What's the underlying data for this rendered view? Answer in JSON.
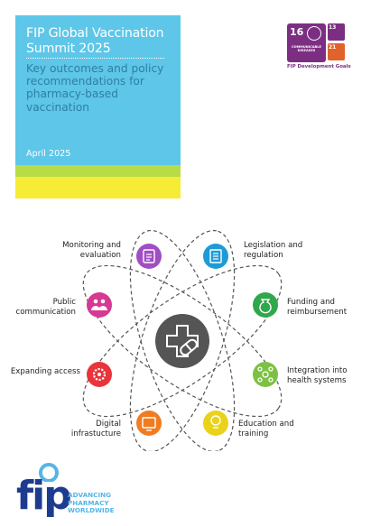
{
  "cover": {
    "title_line1": "FIP Global Vaccination",
    "title_line2": "Summit 2025",
    "subtitle_line1": "Key outcomes and policy",
    "subtitle_line2": "recommendations for",
    "subtitle_line3": "pharmacy-based",
    "subtitle_line4": "vaccination",
    "date": "April 2025",
    "color_cover": "#5ec6e8",
    "color_stripe_green": "#b8dc46",
    "color_stripe_yellow": "#f6ec35"
  },
  "sdg": {
    "main_number": "16",
    "main_caption_line1": "COMMUNICABLE",
    "main_caption_line2": "DISEASES",
    "small1_number": "13",
    "small2_number": "21",
    "footer": "FIP Development Goals",
    "color": "#7c2f82"
  },
  "diagram": {
    "center_icon": "pill-cross-icon",
    "nodes": [
      {
        "key": "monitoring",
        "line1": "Monitoring and",
        "line2": "evaluation",
        "icon": "clipboard-chart-icon",
        "color": "#a04ec4"
      },
      {
        "key": "legislation",
        "line1": "Legislation and",
        "line2": "regulation",
        "icon": "document-icon",
        "color": "#1e9bd7"
      },
      {
        "key": "funding",
        "line1": "Funding and",
        "line2": "reimbursement",
        "icon": "money-bag-icon",
        "color": "#2ea84a"
      },
      {
        "key": "integration",
        "line1": "Integration into",
        "line2": "health systems",
        "icon": "network-icon",
        "color": "#7cc142"
      },
      {
        "key": "education",
        "line1": "Education and",
        "line2": "training",
        "icon": "lightbulb-icon",
        "color": "#ead21a"
      },
      {
        "key": "digital",
        "line1": "Digital",
        "line2": "infrastucture",
        "icon": "screen-icon",
        "color": "#f07c22"
      },
      {
        "key": "expanding",
        "line1": "Expanding access",
        "line2": "",
        "icon": "gear-icon",
        "color": "#e8343a"
      },
      {
        "key": "public",
        "line1": "Public",
        "line2": "communication",
        "icon": "people-icon",
        "color": "#d63894"
      }
    ]
  },
  "logo": {
    "word": "fip",
    "tag_line1": "ADVANCING",
    "tag_line2": "PHARMACY",
    "tag_line3": "WORLDWIDE",
    "color_word": "#1d3c8f",
    "color_tag": "#55b5e6"
  }
}
